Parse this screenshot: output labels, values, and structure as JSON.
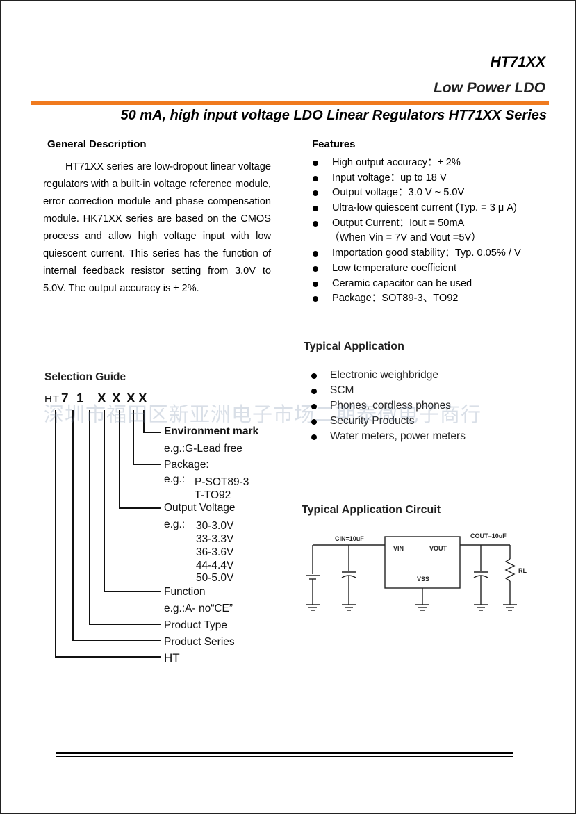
{
  "header": {
    "part": "HT71XX",
    "subtitle": "Low Power LDO",
    "title": "50 mA, high input voltage LDO Linear Regulators HT71XX Series"
  },
  "general": {
    "heading": "General Description",
    "text": "HT71XX series are low-dropout linear voltage regulators with a built-in voltage reference module, error correction module and phase compensation module. HK71XX series are based on the CMOS process and allow high voltage input with low quiescent current. This series has the function of internal feedback resistor setting from 3.0V to 5.0V. The output accuracy is ± 2%."
  },
  "features": {
    "heading": "Features",
    "items": [
      "High output accuracy：± 2%",
      "Input voltage：up to 18 V",
      "Output voltage：3.0 V ~ 5.0V",
      "Ultra-low quiescent current (Typ. = 3 μ A)",
      "Output    Current：Iout = 50mA",
      "（When Vin = 7V and Vout =5V）",
      "Importation good stability：Typ. 0.05% / V",
      "Low temperature coefficient",
      "Ceramic capacitor can be used",
      "Package：SOT89-3、TO92"
    ]
  },
  "typical_application": {
    "heading": "Typical Application",
    "items": [
      "Electronic weighbridge",
      "SCM",
      "Phones, cordless phones",
      "Security Products",
      "Water meters, power meters"
    ]
  },
  "selection_guide": {
    "heading": "Selection Guide",
    "code_prefix": "HT",
    "code_chars": [
      "7",
      "1",
      "X",
      "X",
      "X",
      "X"
    ],
    "environment": "Environment mark",
    "env_eg": "e.g.:G-Lead free",
    "package": "Package:",
    "pkg_eg": "e.g.:",
    "pkg_1": "P-SOT89-3",
    "pkg_2": "T-TO92",
    "output_voltage": "Output Voltage",
    "ov_eg": "e.g.:",
    "ov_list": [
      "30-3.0V",
      "33-3.3V",
      "36-3.6V",
      "44-4.4V",
      "50-5.0V"
    ],
    "function": "Function",
    "func_eg": "e.g.:A- no“CE”",
    "product_type": "Product Type",
    "product_series": "Product Series",
    "ht": "HT"
  },
  "circuit": {
    "heading": "Typical Application Circuit",
    "cin": "CIN=10uF",
    "cout": "COUT=10uF",
    "vin": "VIN",
    "vout": "VOUT",
    "vss": "VSS",
    "rl": "RL"
  },
  "watermark": "深圳市福田区新亚洲电子市场二期泰微电子商行"
}
